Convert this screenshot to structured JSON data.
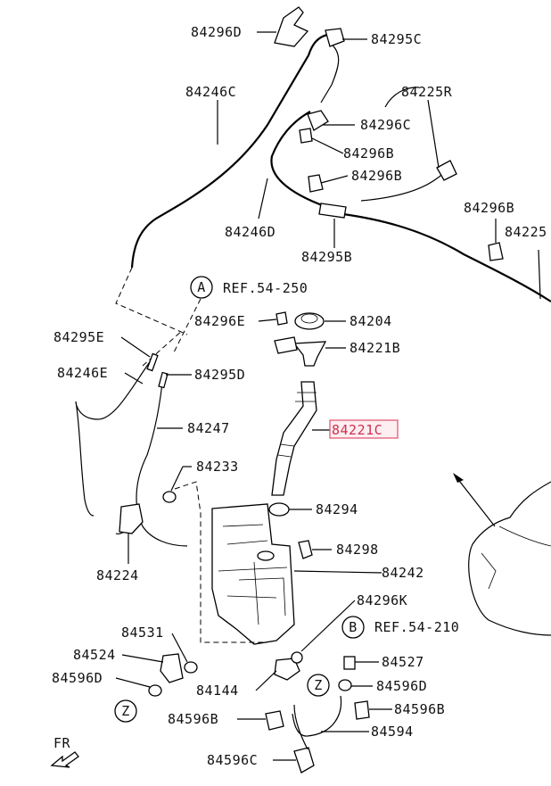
{
  "labels": {
    "p84296D": "84296D",
    "p84295C": "84295C",
    "p84246C": "84246C",
    "p84225R": "84225R",
    "p84296C": "84296C",
    "p84296B_a": "84296B",
    "p84296B_b": "84296B",
    "p84296B_c": "84296B",
    "p84225_r": "84225",
    "p84246D": "84246D",
    "p84295B": "84295B",
    "p84296E": "84296E",
    "p84204": "84204",
    "p84221B": "84221B",
    "p84295E": "84295E",
    "p84246E": "84246E",
    "p84295D": "84295D",
    "p84221C": "84221C",
    "p84247": "84247",
    "p84233": "84233",
    "p84294": "84294",
    "p84298": "84298",
    "p84242": "84242",
    "p84224": "84224",
    "p84296K": "84296K",
    "p84531": "84531",
    "p84524": "84524",
    "p84527": "84527",
    "p84596D_l": "84596D",
    "p84596D_r": "84596D",
    "p84144": "84144",
    "p84596B_l": "84596B",
    "p84596B_r": "84596B",
    "p84594": "84594",
    "p84596C": "84596C",
    "refA": "REF.54-250",
    "refB": "REF.54-210",
    "circleA": "A",
    "circleB": "B",
    "circleZ1": "Z",
    "circleZ2": "Z",
    "fr": "FR"
  },
  "colors": {
    "highlight_stroke": "#e0506a",
    "highlight_fill": "#fdeef1",
    "line": "#000000"
  }
}
